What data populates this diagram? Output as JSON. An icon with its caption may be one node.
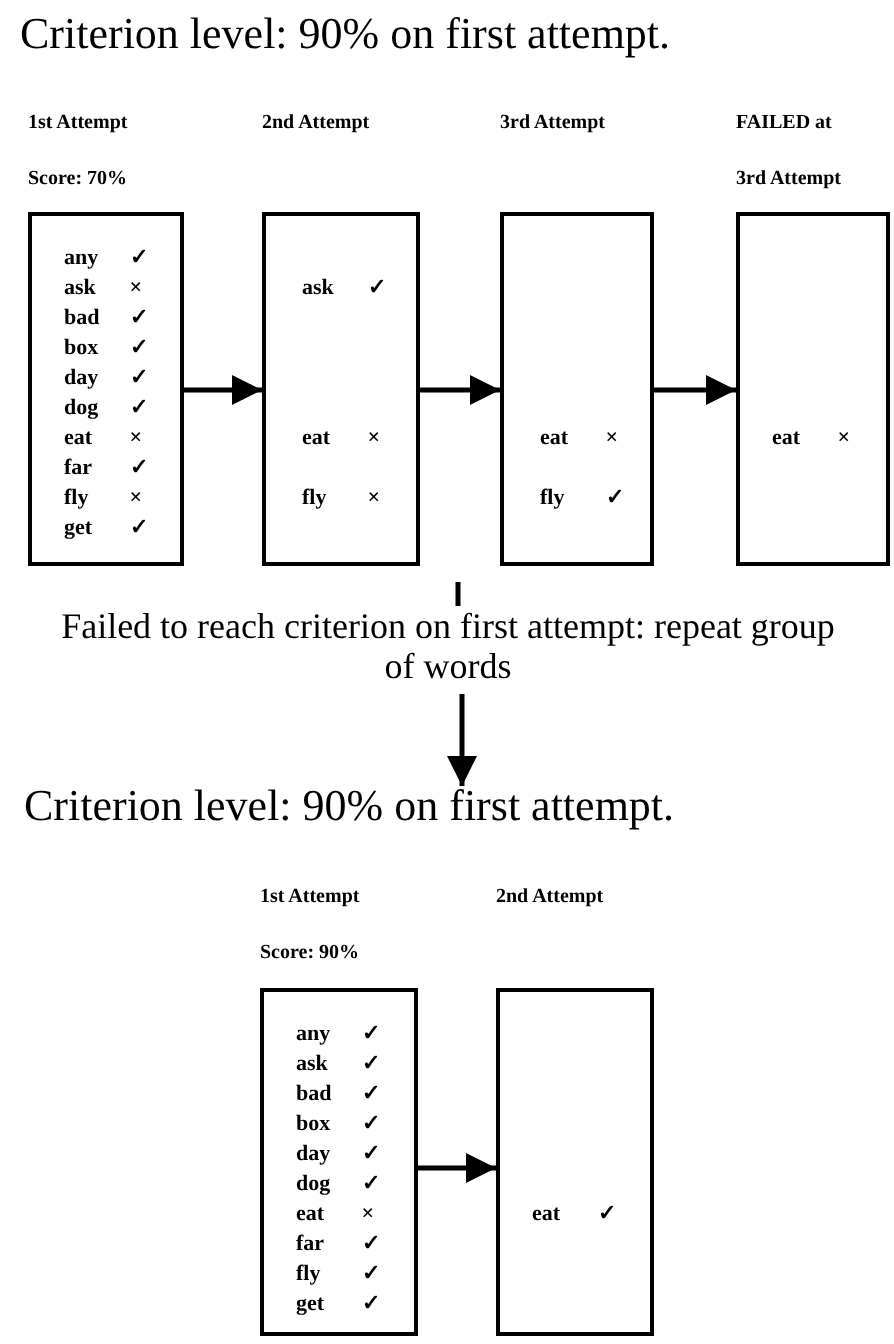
{
  "diagram": {
    "nodes": [
      {
        "text": [
          "1st Attempt",
          "Score: 70%",
          "any ✓",
          "ask ×",
          "bad ✓",
          "box ✓",
          "day ✓",
          "dog ✓",
          "eat ×",
          "far ✓",
          "fly ×",
          "get ✓"
        ]
      },
      {
        "text": [
          "2nd Attempt",
          "ask ✓",
          "eat ×",
          "fly ×"
        ]
      },
      {
        "text": [
          "3rd Attempt",
          "eat ×",
          "fly ✓"
        ]
      },
      {
        "text": [
          "FAILED at 3rd Attempt",
          "eat ×"
        ]
      },
      {
        "text": [
          "Failed to reach criterion on first attempt: repeat group of words"
        ]
      },
      {
        "text": [
          "Criterion level: 90% on first attempt."
        ]
      },
      {
        "text": [
          "1st Attempt",
          "Score: 90%",
          "any ✓",
          "ask ✓",
          "bad ✓",
          "box ✓",
          "day ✓",
          "dog ✓",
          "eat ×",
          "far ✓",
          "fly ✓",
          "get ✓"
        ]
      },
      {
        "text": [
          "2nd Attempt",
          "eat ✓"
        ]
      }
    ],
    "edges": [
      {
        "from": 0,
        "to": 1,
        "arrow": "to"
      },
      {
        "from": 1,
        "to": 2,
        "arrow": "to"
      },
      {
        "from": 2,
        "to": 3,
        "arrow": "to"
      },
      {
        "from": null,
        "to": 4,
        "arrow": "none"
      },
      {
        "from": 4,
        "to": 5,
        "arrow": "to"
      },
      {
        "from": 6,
        "to": 7,
        "arrow": "to"
      }
    ],
    "labels": [
      "Criterion level: 90% on first attempt."
    ]
  }
}
